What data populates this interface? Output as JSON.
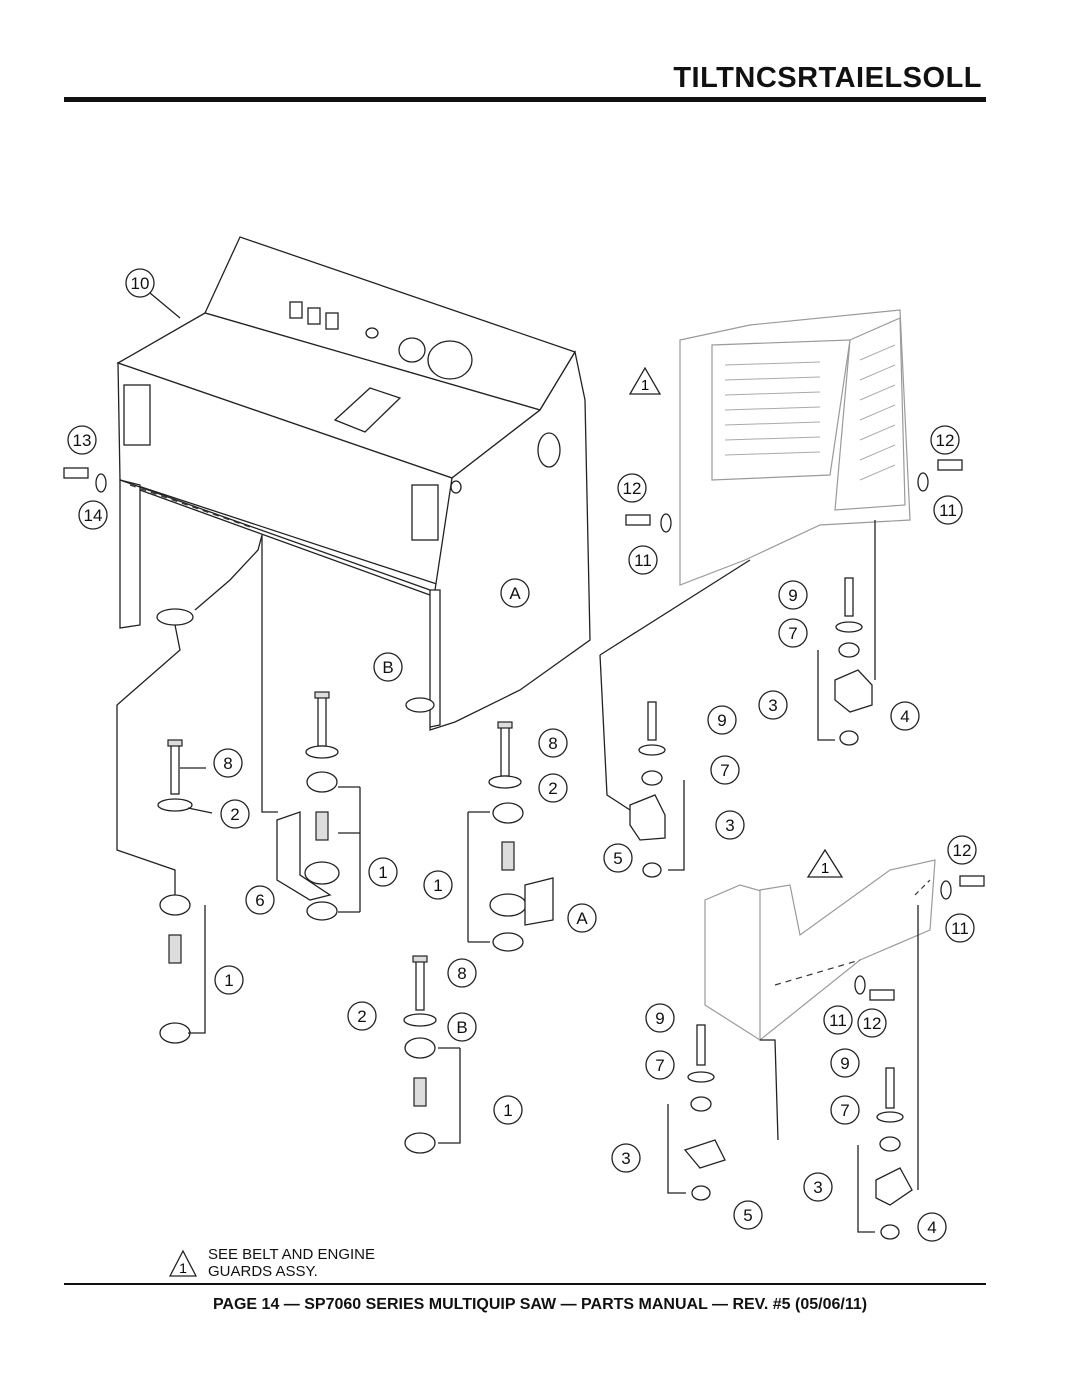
{
  "header": {
    "title": "TILTNCSRTAIELSOLL"
  },
  "footer": {
    "text": "PAGE 14 — SP7060 SERIES MULTIQUIP SAW — PARTS MANUAL — REV. #5 (05/06/11)"
  },
  "note": {
    "marker": "1",
    "line1": "SEE BELT AND ENGINE",
    "line2": "GUARDS ASSY."
  },
  "callouts": {
    "c10": "10",
    "c13": "13",
    "c14": "14",
    "c12a": "12",
    "c11a": "11",
    "c1a": "1",
    "c12b": "12",
    "c11b": "11",
    "cA1": "A",
    "cB1": "B",
    "c9a": "9",
    "c7a": "7",
    "c3a": "3",
    "c4a": "4",
    "c8a": "8",
    "c2a": "2",
    "c6": "6",
    "c1b": "1",
    "c8b": "8",
    "c2b": "2",
    "c1c": "1",
    "cA2": "A",
    "c9b": "9",
    "c7b": "7",
    "c3b": "3",
    "c5a": "5",
    "c1d": "1",
    "c12c": "12",
    "c11c": "11",
    "c8c": "8",
    "c2c": "2",
    "cB2": "B",
    "c1e": "1",
    "c9c": "9",
    "c7c": "7",
    "c3c": "3",
    "c5b": "5",
    "c11d": "11",
    "c12d": "12",
    "c9d": "9",
    "c7d": "7",
    "c3d": "3",
    "c4b": "4",
    "c1f": "1"
  }
}
